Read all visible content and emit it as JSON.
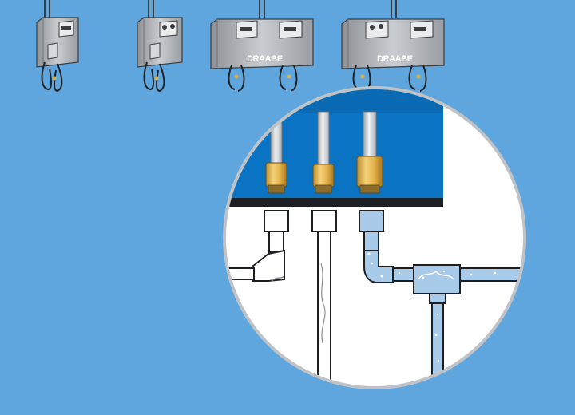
{
  "diagram": {
    "background_color": "#5EA6DD",
    "brand_text": "DRAABE",
    "humidifiers": [
      {
        "name": "single-unit-1",
        "modules": 1,
        "branded": false
      },
      {
        "name": "single-unit-2",
        "modules": 1,
        "branded": false
      },
      {
        "name": "double-unit-1",
        "modules": 2,
        "branded": true
      },
      {
        "name": "double-unit-2",
        "modules": 2,
        "branded": true
      }
    ],
    "detail_view": {
      "header_color": "#0B73C4",
      "rim_color": "#BFC3C8",
      "pipes": [
        {
          "name": "pipe-left",
          "content": "empty",
          "valve_color": "#E8B84A"
        },
        {
          "name": "pipe-middle",
          "content": "empty",
          "valve_color": "#E8B84A"
        },
        {
          "name": "pipe-right",
          "content": "water",
          "valve_color": "#E8B84A"
        }
      ],
      "water_color": "#A9CBEA"
    }
  }
}
